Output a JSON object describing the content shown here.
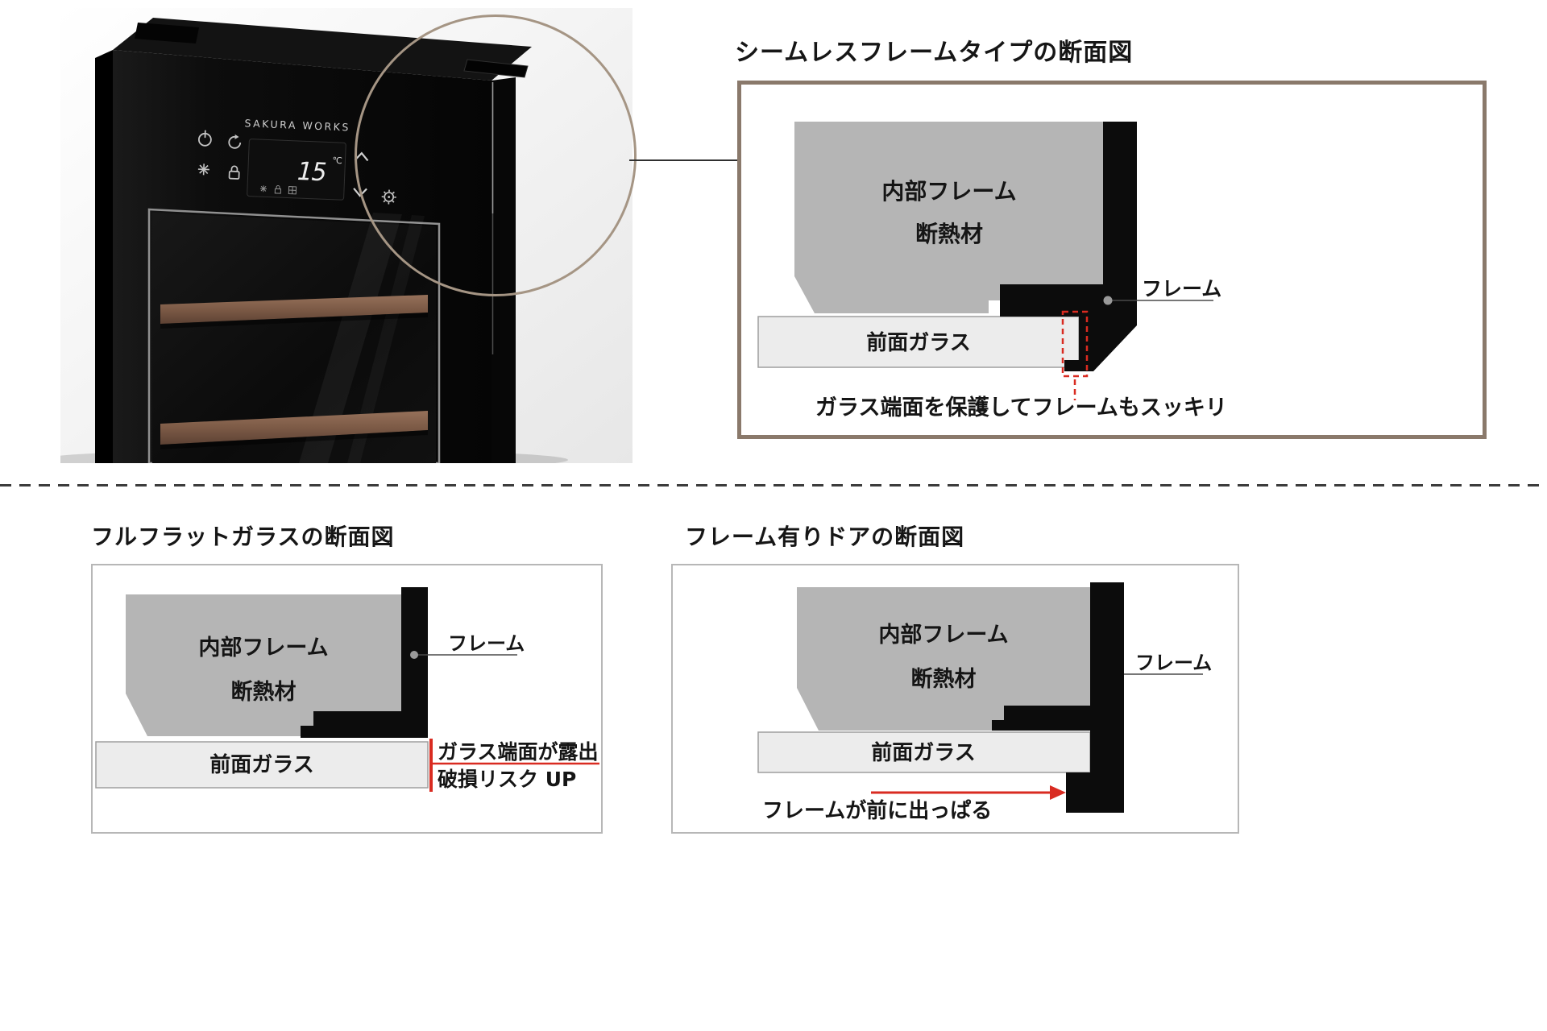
{
  "colors": {
    "box_border_brown": "#8a796b",
    "alert_red": "#d92b21",
    "insulation_gray": "#b5b5b5",
    "glass_gray": "#ececec",
    "glass_stroke": "#9e9e9e",
    "frame_black": "#0c0c0c",
    "leader_gray": "#4a4a4a",
    "dot_gray": "#9a9a9a",
    "circle_tan": "#a59584",
    "separator_gray": "#3f3f3f"
  },
  "photo": {
    "brand": "SAKURA WORKS",
    "display_temp": "15",
    "display_unit": "℃"
  },
  "seamless": {
    "title": "シームレスフレームタイプの断面図",
    "inner_frame": "内部フレーム",
    "insulation": "断熱材",
    "front_glass": "前面ガラス",
    "frame": "フレーム",
    "caption": "ガラス端面を保護してフレームもスッキリ"
  },
  "fullflat": {
    "title": "フルフラットガラスの断面図",
    "inner_frame": "内部フレーム",
    "insulation": "断熱材",
    "front_glass": "前面ガラス",
    "frame": "フレーム",
    "note1": "ガラス端面が露出",
    "note2": "破損リスク UP"
  },
  "framed": {
    "title": "フレーム有りドアの断面図",
    "inner_frame": "内部フレーム",
    "insulation": "断熱材",
    "front_glass": "前面ガラス",
    "frame": "フレーム",
    "note": "フレームが前に出っぱる"
  }
}
